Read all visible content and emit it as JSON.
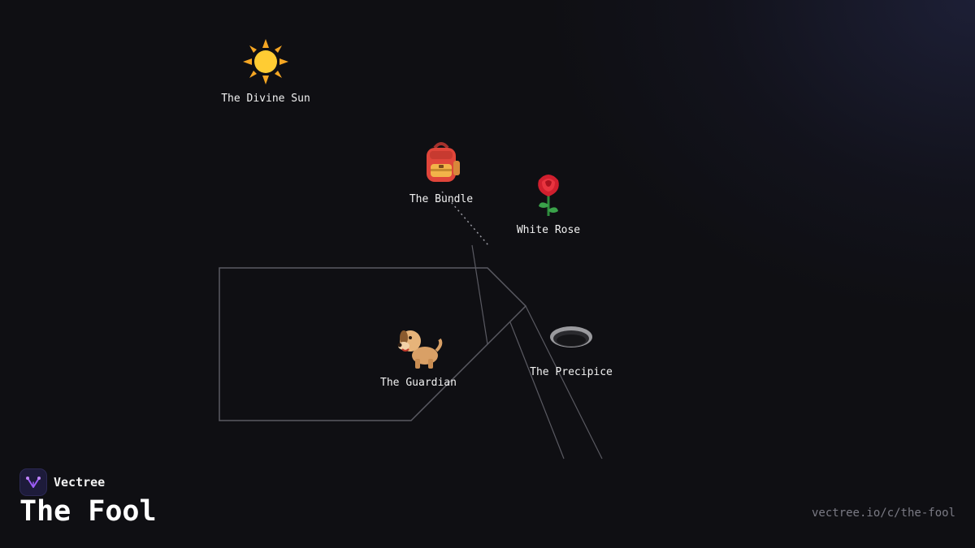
{
  "nodes": {
    "sun": {
      "label": "The Divine Sun",
      "icon": "sun-icon"
    },
    "bundle": {
      "label": "The Bundle",
      "icon": "backpack-icon"
    },
    "rose": {
      "label": "White Rose",
      "icon": "rose-icon"
    },
    "guardian": {
      "label": "The Guardian",
      "icon": "dog-icon"
    },
    "precipice": {
      "label": "The Precipice",
      "icon": "hole-icon"
    }
  },
  "brand": {
    "name": "Vectree",
    "icon": "vectree-logo-icon",
    "accent": "#9b5cf6"
  },
  "title": "The Fool",
  "url": "vectree.io/c/the-fool",
  "colors": {
    "background": "#0f0f13",
    "line": "#5a5a62",
    "text": "#f2f2f2",
    "muted": "#7a7a84"
  }
}
